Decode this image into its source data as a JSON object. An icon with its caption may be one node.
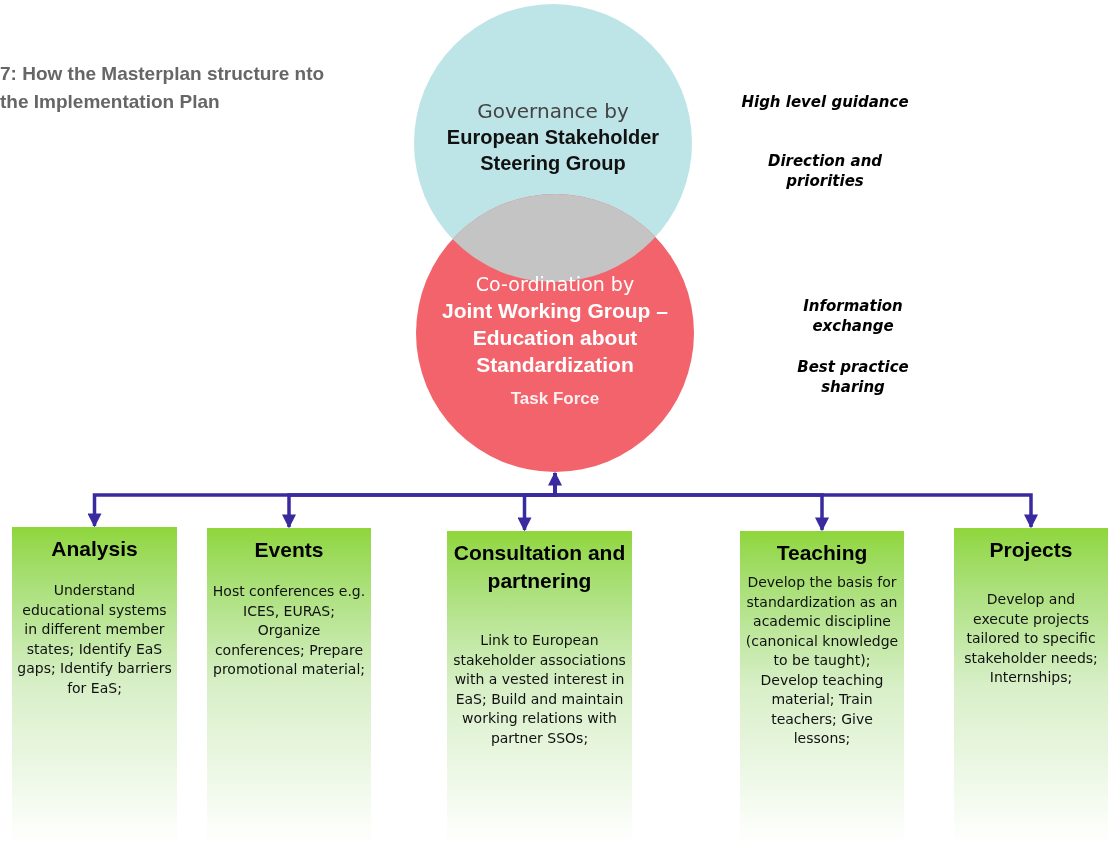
{
  "diagram": {
    "title": "7: How the Masterplan structure nto the Implementation Plan",
    "nodes": [
      {
        "text": [
          "Governance by",
          "European Stakeholder Steering Group"
        ]
      },
      {
        "text": [
          "Co-ordination by",
          "Joint Working Group – Education about Standardization",
          "Task Force"
        ]
      },
      {
        "text": [
          "Analysis",
          "Understand educational systems in different member states; Identify EaS gaps; Identify barriers for EaS;"
        ]
      },
      {
        "text": [
          "Events",
          "Host conferences e.g. ICES, EURAS; Organize conferences; Prepare promotional material;"
        ]
      },
      {
        "text": [
          "Consultation and partnering",
          "Link to European stakeholder associations with a vested interest in EaS; Build and maintain working relations with partner SSOs;"
        ]
      },
      {
        "text": [
          "Teaching",
          "Develop the basis for standardization as an academic discipline (canonical knowledge to be taught); Develop teaching material; Train teachers; Give lessons;"
        ]
      },
      {
        "text": [
          "Projects",
          "Develop and execute projects tailored to specific stakeholder needs; Internships;"
        ]
      }
    ],
    "edges": [
      {
        "from": 1,
        "to": 2,
        "arrow": "to"
      },
      {
        "from": 1,
        "to": 3,
        "arrow": "to"
      },
      {
        "from": 1,
        "to": 4,
        "arrow": "both"
      },
      {
        "from": 1,
        "to": 5,
        "arrow": "to"
      },
      {
        "from": 1,
        "to": 6,
        "arrow": "to"
      }
    ],
    "labels": [
      "High level guidance",
      "Direction and priorities",
      "Information exchange",
      "Best practice sharing"
    ]
  }
}
